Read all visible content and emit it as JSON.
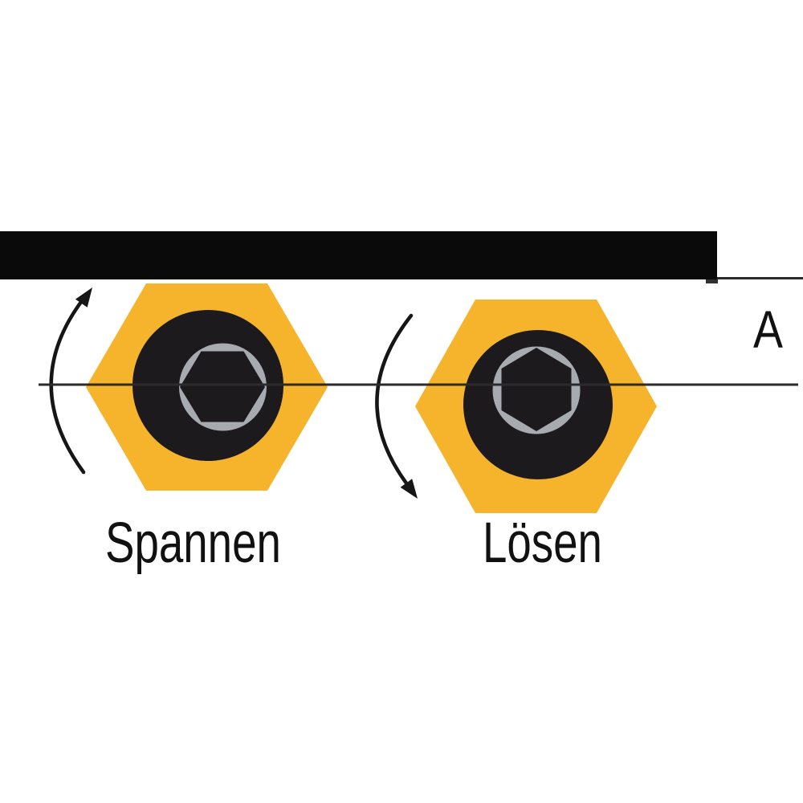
{
  "diagram": {
    "labels": {
      "left_nut": "Spannen",
      "right_nut": "Lösen",
      "detail_marker": "A"
    },
    "icons": {
      "left_arrow": "rotate-counterclockwise-arrow",
      "right_arrow": "rotate-clockwise-arrow",
      "left_fastener": "hex-nut-with-hex-socket",
      "right_fastener": "hex-nut-with-hex-socket"
    },
    "colors": {
      "background": "#ffffff",
      "bar": "#0a0a0a",
      "hex_yellow": "#f6b42d",
      "nut_black": "#1d1a1d",
      "socket_gray": "#a7abb0",
      "line": "#2b2b2b",
      "arrow": "#161616",
      "text": "#111111"
    }
  }
}
